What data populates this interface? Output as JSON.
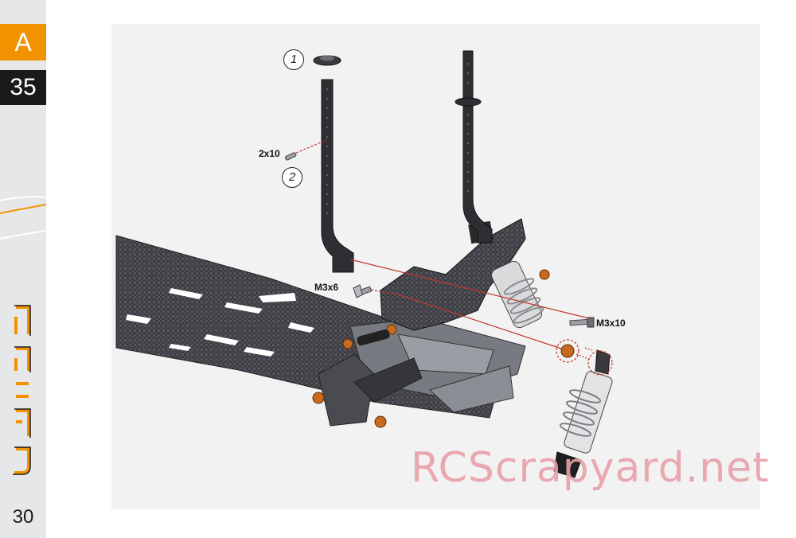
{
  "sidebar": {
    "section_letter": "A",
    "step_number": "35",
    "page_number": "30",
    "logo_icon": "swift-logo-icon",
    "accent_color": "#f39200"
  },
  "drawing": {
    "callouts": [
      "1",
      "2"
    ],
    "parts": {
      "screw_2x10": "2x10",
      "screw_m3x6": "M3x6",
      "screw_m3x10": "M3x10"
    }
  },
  "watermark": "RCScrapyard.net"
}
